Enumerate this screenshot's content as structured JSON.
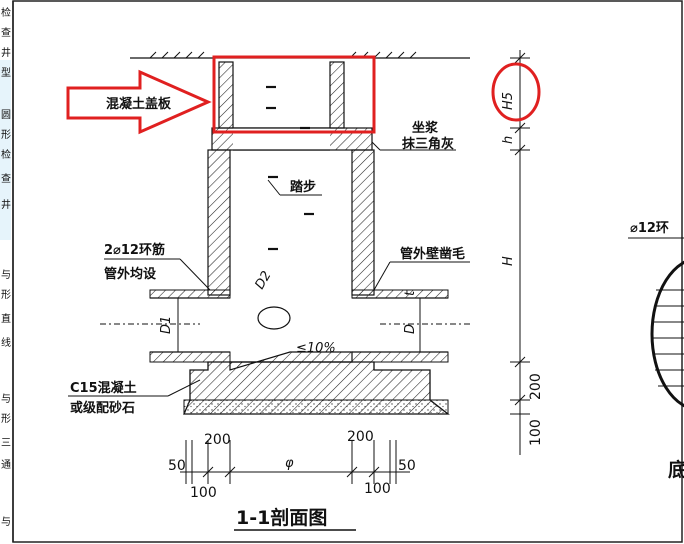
{
  "drawing": {
    "title": "1-1剖面图",
    "labels": {
      "cover_slab": "混凝土盖板",
      "mortar_1": "坐浆",
      "mortar_2": "抹三角灰",
      "step": "踏步",
      "ring_rebar_1": "2⌀12环筋",
      "ring_rebar_2": "管外均设",
      "roughen": "管外壁凿毛",
      "base_1": "C15混凝土",
      "base_2": "或级配砂石",
      "slope": "≤10%",
      "right_rebar": "⌀12环",
      "right_partial": "底"
    },
    "symbols": {
      "h5": "H5",
      "h": "h",
      "H": "H",
      "D1": "D1",
      "D": "D",
      "D2": "D2",
      "t": "t",
      "phi": "φ"
    },
    "dimensions": {
      "d200_base": "200",
      "d100_vert": "100",
      "d200_left": "200",
      "d200_right": "200",
      "d50_left": "50",
      "d50_right": "50",
      "d100_left": "100",
      "d100_right": "100"
    },
    "sidebar_chars": [
      "检",
      "查",
      "井",
      "型",
      "圆",
      "形",
      "检",
      "查",
      "井",
      "",
      "与",
      "形",
      "直",
      "线",
      "",
      "与",
      "形",
      "三",
      "通",
      "",
      "与"
    ],
    "highlight_color": "#e02020"
  }
}
